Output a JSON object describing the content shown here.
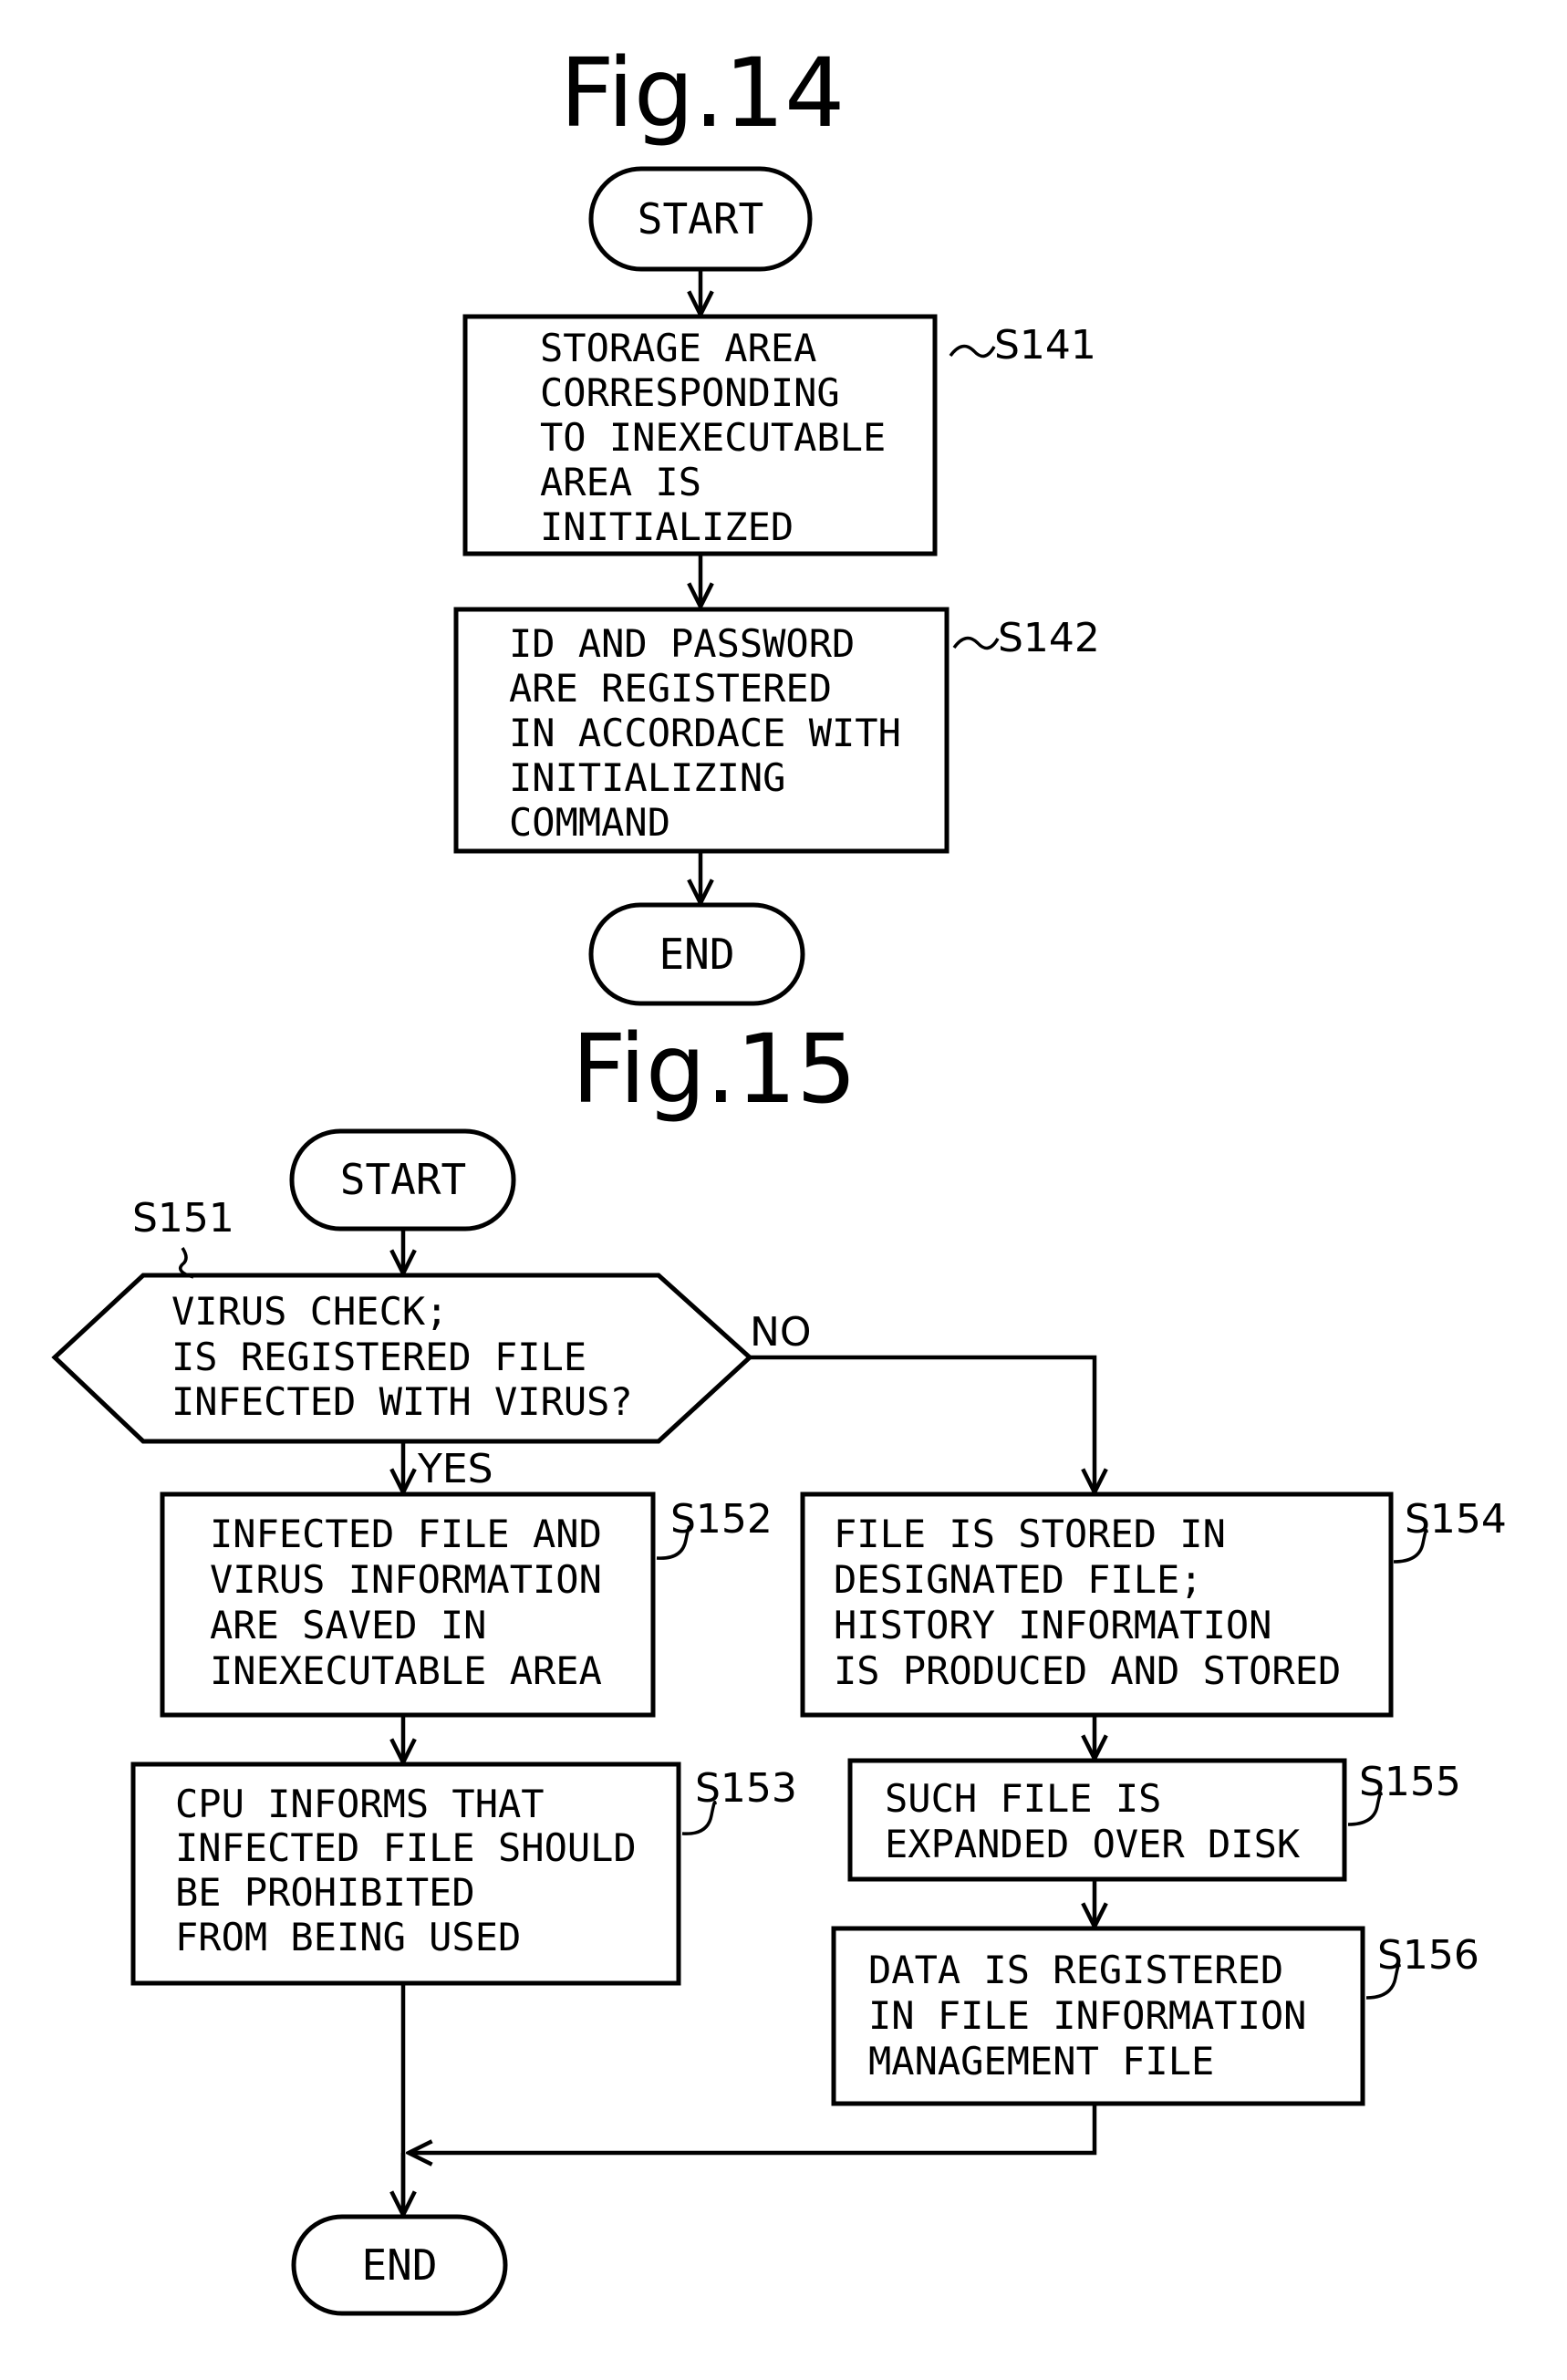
{
  "fig14": {
    "title": "Fig.14",
    "start": "START",
    "end": "END",
    "steps": [
      {
        "id": "S141",
        "lines": [
          "STORAGE AREA",
          "CORRESPONDING",
          "TO INEXECUTABLE",
          "AREA IS",
          "INITIALIZED"
        ]
      },
      {
        "id": "S142",
        "lines": [
          "ID AND PASSWORD",
          "ARE REGISTERED",
          "IN ACCORDACE WITH",
          "INITIALIZING",
          "COMMAND"
        ]
      }
    ]
  },
  "fig15": {
    "title": "Fig.15",
    "start": "START",
    "end": "END",
    "decision": {
      "id": "S151",
      "lines": [
        "VIRUS CHECK;",
        "IS REGISTERED FILE",
        "INFECTED WITH VIRUS?"
      ]
    },
    "yes_label": "YES",
    "no_label": "NO",
    "steps": [
      {
        "id": "S152",
        "lines": [
          "INFECTED FILE AND",
          "VIRUS INFORMATION",
          "ARE SAVED IN",
          "INEXECUTABLE AREA"
        ]
      },
      {
        "id": "S153",
        "lines": [
          "CPU INFORMS THAT",
          "INFECTED FILE SHOULD",
          "BE PROHIBITED",
          "FROM BEING USED"
        ]
      },
      {
        "id": "S154",
        "lines": [
          "FILE IS STORED IN",
          "DESIGNATED FILE;",
          "HISTORY INFORMATION",
          "IS PRODUCED AND STORED"
        ]
      },
      {
        "id": "S155",
        "lines": [
          "SUCH FILE IS",
          "EXPANDED OVER DISK"
        ]
      },
      {
        "id": "S156",
        "lines": [
          "DATA IS REGISTERED",
          "IN FILE INFORMATION",
          "MANAGEMENT FILE"
        ]
      }
    ]
  }
}
